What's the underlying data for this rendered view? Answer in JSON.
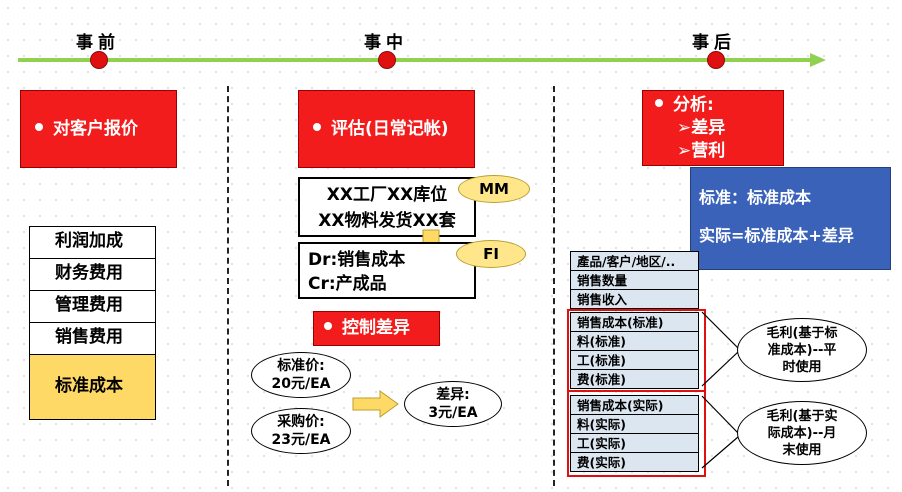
{
  "phases": {
    "before": "事前",
    "during": "事中",
    "after": "事后"
  },
  "before": {
    "quote_box": "对客户报价",
    "cost_stack": [
      "利润加成",
      "财务费用",
      "管理费用",
      "销售费用",
      "标准成本"
    ]
  },
  "during": {
    "eval_box": "评估(日常记帐)",
    "mm_box": [
      "XX工厂XX库位",
      "XX物料发货XX套"
    ],
    "mm_tag": "MM",
    "fi_box": [
      "Dr:销售成本",
      "Cr:产成品"
    ],
    "fi_tag": "FI",
    "control_box": "控制差异",
    "std_price": [
      "标准价:",
      "20元/EA"
    ],
    "purchase_price": [
      "采购价:",
      "23元/EA"
    ],
    "variance": [
      "差异:",
      "3元/EA"
    ]
  },
  "after": {
    "analysis_title": "分析:",
    "analysis_items": [
      "➢差异",
      "➢营利"
    ],
    "blue_box": [
      "标准：标准成本",
      "实际=标准成本+差异"
    ],
    "table_rows": [
      "產品/客户/地区/..",
      "销售数量",
      "销售收入",
      "销售成本(标准)",
      "料(标准)",
      "工(标准)",
      "费(标准)",
      "销售成本(实际)",
      "料(实际)",
      "工(实际)",
      "费(实际)"
    ],
    "gross_std": [
      "毛利(基于标",
      "准成本)--平",
      "时使用"
    ],
    "gross_actual": [
      "毛利(基于实",
      "际成本)--月",
      "末使用"
    ]
  },
  "colors": {
    "timeline": "#92d050",
    "red": "#f21c1c",
    "blue": "#3a62b8",
    "yellow": "#ffd966",
    "table": "#dce6f1"
  }
}
